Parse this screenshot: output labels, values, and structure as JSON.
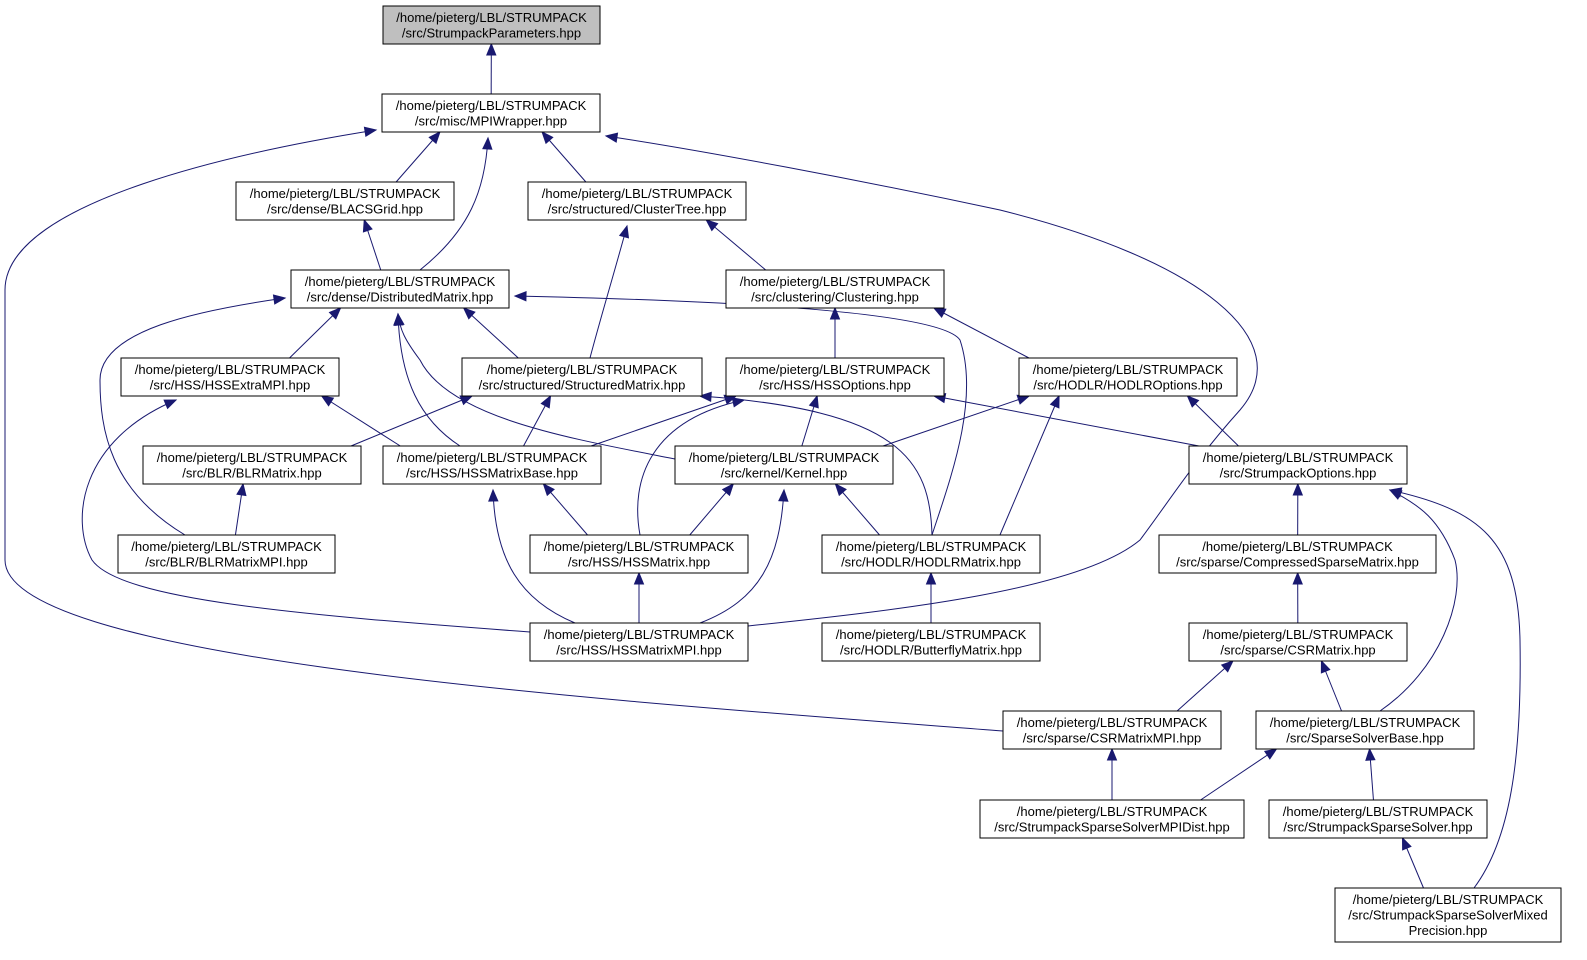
{
  "colors": {
    "edge": "#191970",
    "node_fill": "#ffffff",
    "root_fill": "#bfbfbf",
    "border": "#000000"
  },
  "nodes": [
    {
      "id": "params",
      "lines": [
        "/home/pieterg/LBL/STRUMPACK",
        "/src/StrumpackParameters.hpp"
      ],
      "root": true
    },
    {
      "id": "mpiwrapper",
      "lines": [
        "/home/pieterg/LBL/STRUMPACK",
        "/src/misc/MPIWrapper.hpp"
      ]
    },
    {
      "id": "blacsgrid",
      "lines": [
        "/home/pieterg/LBL/STRUMPACK",
        "/src/dense/BLACSGrid.hpp"
      ]
    },
    {
      "id": "clustertree",
      "lines": [
        "/home/pieterg/LBL/STRUMPACK",
        "/src/structured/ClusterTree.hpp"
      ]
    },
    {
      "id": "distmatrix",
      "lines": [
        "/home/pieterg/LBL/STRUMPACK",
        "/src/dense/DistributedMatrix.hpp"
      ]
    },
    {
      "id": "clustering",
      "lines": [
        "/home/pieterg/LBL/STRUMPACK",
        "/src/clustering/Clustering.hpp"
      ]
    },
    {
      "id": "hssextrampi",
      "lines": [
        "/home/pieterg/LBL/STRUMPACK",
        "/src/HSS/HSSExtraMPI.hpp"
      ]
    },
    {
      "id": "structmatrix",
      "lines": [
        "/home/pieterg/LBL/STRUMPACK",
        "/src/structured/StructuredMatrix.hpp"
      ]
    },
    {
      "id": "hssoptions",
      "lines": [
        "/home/pieterg/LBL/STRUMPACK",
        "/src/HSS/HSSOptions.hpp"
      ]
    },
    {
      "id": "hodlroptions",
      "lines": [
        "/home/pieterg/LBL/STRUMPACK",
        "/src/HODLR/HODLROptions.hpp"
      ]
    },
    {
      "id": "blrmatrix",
      "lines": [
        "/home/pieterg/LBL/STRUMPACK",
        "/src/BLR/BLRMatrix.hpp"
      ]
    },
    {
      "id": "hssmatrixbase",
      "lines": [
        "/home/pieterg/LBL/STRUMPACK",
        "/src/HSS/HSSMatrixBase.hpp"
      ]
    },
    {
      "id": "kernel",
      "lines": [
        "/home/pieterg/LBL/STRUMPACK",
        "/src/kernel/Kernel.hpp"
      ]
    },
    {
      "id": "strumpackoptions",
      "lines": [
        "/home/pieterg/LBL/STRUMPACK",
        "/src/StrumpackOptions.hpp"
      ]
    },
    {
      "id": "blrmatrixmpi",
      "lines": [
        "/home/pieterg/LBL/STRUMPACK",
        "/src/BLR/BLRMatrixMPI.hpp"
      ]
    },
    {
      "id": "hssmatrix",
      "lines": [
        "/home/pieterg/LBL/STRUMPACK",
        "/src/HSS/HSSMatrix.hpp"
      ]
    },
    {
      "id": "hodlrmatrix",
      "lines": [
        "/home/pieterg/LBL/STRUMPACK",
        "/src/HODLR/HODLRMatrix.hpp"
      ]
    },
    {
      "id": "compressedsparse",
      "lines": [
        "/home/pieterg/LBL/STRUMPACK",
        "/src/sparse/CompressedSparseMatrix.hpp"
      ]
    },
    {
      "id": "hssmatrixmpi",
      "lines": [
        "/home/pieterg/LBL/STRUMPACK",
        "/src/HSS/HSSMatrixMPI.hpp"
      ]
    },
    {
      "id": "butterfly",
      "lines": [
        "/home/pieterg/LBL/STRUMPACK",
        "/src/HODLR/ButterflyMatrix.hpp"
      ]
    },
    {
      "id": "csrmatrix",
      "lines": [
        "/home/pieterg/LBL/STRUMPACK",
        "/src/sparse/CSRMatrix.hpp"
      ]
    },
    {
      "id": "csrmatrixmpi",
      "lines": [
        "/home/pieterg/LBL/STRUMPACK",
        "/src/sparse/CSRMatrixMPI.hpp"
      ]
    },
    {
      "id": "sparsesolverbase",
      "lines": [
        "/home/pieterg/LBL/STRUMPACK",
        "/src/SparseSolverBase.hpp"
      ]
    },
    {
      "id": "solvermpidist",
      "lines": [
        "/home/pieterg/LBL/STRUMPACK",
        "/src/StrumpackSparseSolverMPIDist.hpp"
      ]
    },
    {
      "id": "sparsesolver",
      "lines": [
        "/home/pieterg/LBL/STRUMPACK",
        "/src/StrumpackSparseSolver.hpp"
      ]
    },
    {
      "id": "mixedprecision",
      "lines": [
        "/home/pieterg/LBL/STRUMPACK",
        "/src/StrumpackSparseSolverMixed",
        "Precision.hpp"
      ]
    }
  ],
  "edges": [
    {
      "from": "mpiwrapper",
      "to": "params"
    },
    {
      "from": "blacsgrid",
      "to": "mpiwrapper"
    },
    {
      "from": "clustertree",
      "to": "mpiwrapper"
    },
    {
      "from": "distmatrix",
      "to": "mpiwrapper"
    },
    {
      "from": "csrmatrixmpi",
      "to": "mpiwrapper"
    },
    {
      "from": "hssmatrixmpi",
      "to": "mpiwrapper"
    },
    {
      "from": "distmatrix",
      "to": "blacsgrid"
    },
    {
      "from": "structmatrix",
      "to": "clustertree"
    },
    {
      "from": "clustering",
      "to": "clustertree"
    },
    {
      "from": "hssextrampi",
      "to": "distmatrix"
    },
    {
      "from": "structmatrix",
      "to": "distmatrix"
    },
    {
      "from": "blrmatrixmpi",
      "to": "distmatrix"
    },
    {
      "from": "hssmatrixbase",
      "to": "distmatrix"
    },
    {
      "from": "kernel",
      "to": "distmatrix"
    },
    {
      "from": "hodlrmatrix",
      "to": "distmatrix"
    },
    {
      "from": "hssoptions",
      "to": "clustering"
    },
    {
      "from": "hodlroptions",
      "to": "clustering"
    },
    {
      "from": "hssmatrixbase",
      "to": "hssextrampi"
    },
    {
      "from": "hssmatrixmpi",
      "to": "hssextrampi"
    },
    {
      "from": "blrmatrix",
      "to": "structmatrix"
    },
    {
      "from": "hssmatrixbase",
      "to": "structmatrix"
    },
    {
      "from": "hodlrmatrix",
      "to": "structmatrix"
    },
    {
      "from": "hssmatrixbase",
      "to": "hssoptions"
    },
    {
      "from": "kernel",
      "to": "hssoptions"
    },
    {
      "from": "hssmatrix",
      "to": "hssoptions"
    },
    {
      "from": "strumpackoptions",
      "to": "hssoptions"
    },
    {
      "from": "kernel",
      "to": "hodlroptions"
    },
    {
      "from": "hodlrmatrix",
      "to": "hodlroptions"
    },
    {
      "from": "strumpackoptions",
      "to": "hodlroptions"
    },
    {
      "from": "blrmatrixmpi",
      "to": "blrmatrix"
    },
    {
      "from": "hssmatrix",
      "to": "hssmatrixbase"
    },
    {
      "from": "hssmatrixmpi",
      "to": "hssmatrixbase"
    },
    {
      "from": "hssmatrix",
      "to": "kernel"
    },
    {
      "from": "hodlrmatrix",
      "to": "kernel"
    },
    {
      "from": "hssmatrixmpi",
      "to": "kernel"
    },
    {
      "from": "compressedsparse",
      "to": "strumpackoptions"
    },
    {
      "from": "sparsesolverbase",
      "to": "strumpackoptions"
    },
    {
      "from": "mixedprecision",
      "to": "strumpackoptions"
    },
    {
      "from": "hssmatrixmpi",
      "to": "hssmatrix"
    },
    {
      "from": "butterfly",
      "to": "hodlrmatrix"
    },
    {
      "from": "csrmatrix",
      "to": "compressedsparse"
    },
    {
      "from": "csrmatrixmpi",
      "to": "csrmatrix"
    },
    {
      "from": "sparsesolverbase",
      "to": "csrmatrix"
    },
    {
      "from": "solvermpidist",
      "to": "csrmatrixmpi"
    },
    {
      "from": "solvermpidist",
      "to": "sparsesolverbase"
    },
    {
      "from": "sparsesolver",
      "to": "sparsesolverbase"
    },
    {
      "from": "mixedprecision",
      "to": "sparsesolver"
    }
  ]
}
